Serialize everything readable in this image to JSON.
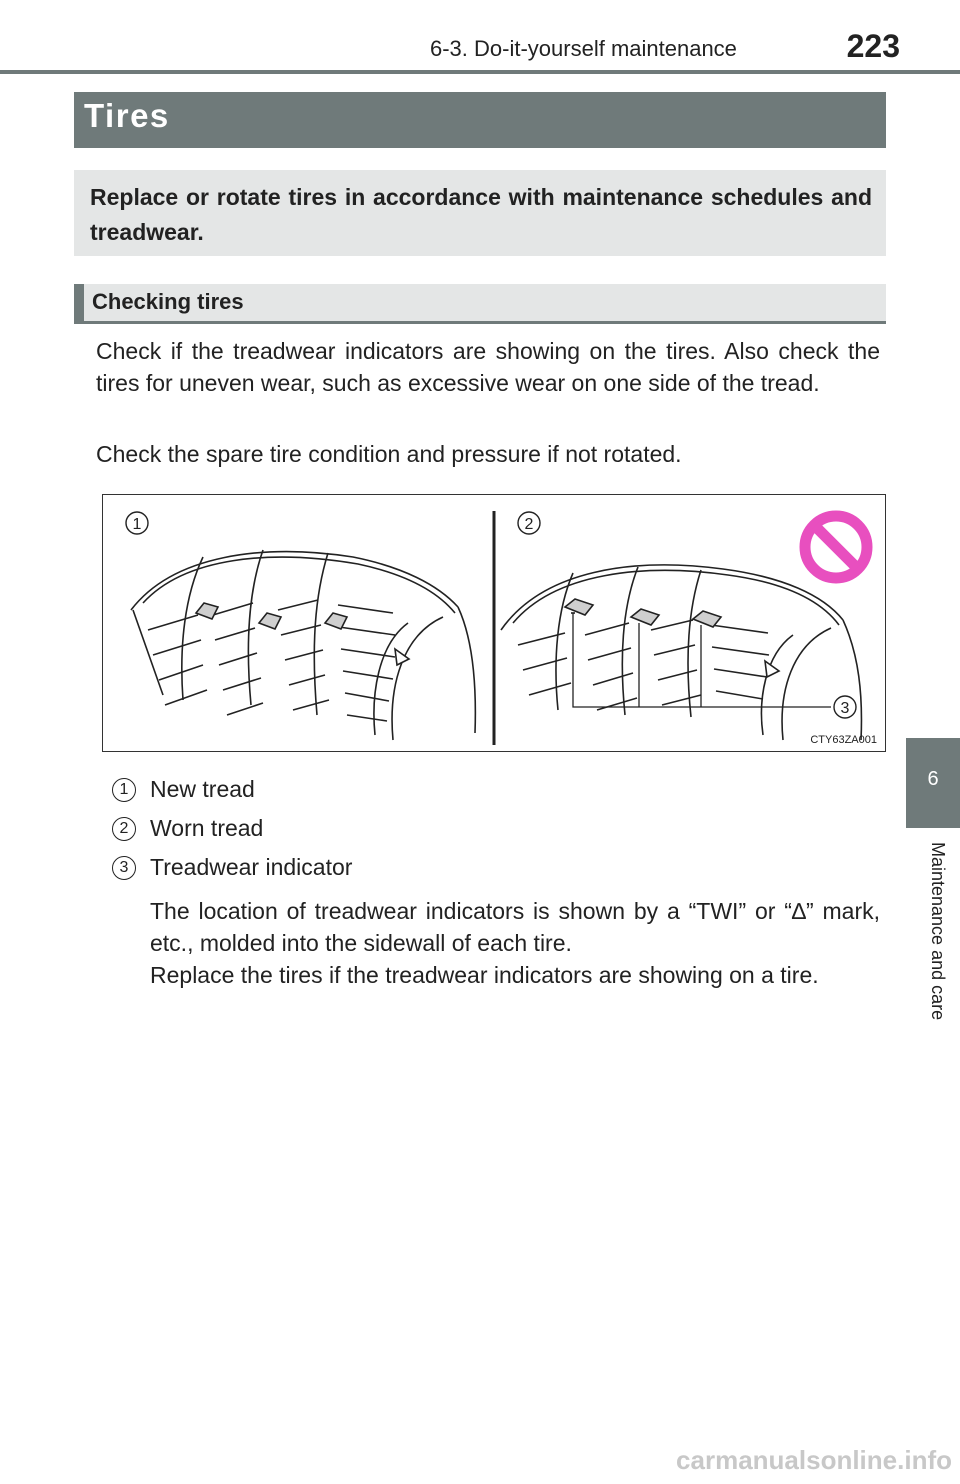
{
  "header": {
    "section": "6-3. Do-it-yourself maintenance",
    "page_number": "223"
  },
  "title": "Tires",
  "intro": "Replace or rotate tires in accordance with maintenance schedules and treadwear.",
  "subheading": "Checking tires",
  "paragraphs": [
    "Check if the treadwear indicators are showing on the tires. Also check the tires for uneven wear, such as excessive wear on one side of the tread.",
    "Check the spare tire condition and pressure if not rotated."
  ],
  "figure": {
    "callout_1": "1",
    "callout_2": "2",
    "callout_3": "3",
    "figure_id": "CTY63ZA001",
    "prohibition_icon": "prohibition-icon",
    "prohibition_color": "#e84fbf"
  },
  "legend": [
    {
      "number": "1",
      "label": "New tread"
    },
    {
      "number": "2",
      "label": "Worn tread"
    },
    {
      "number": "3",
      "label": "Treadwear indicator"
    }
  ],
  "notes": [
    "The location of treadwear indicators is shown by a “TWI” or “∆” mark, etc., molded into the sidewall of each tire.",
    "Replace the tires if the treadwear indicators are showing on a tire."
  ],
  "side_tab": {
    "chapter_number": "6",
    "chapter_title": "Maintenance and care"
  },
  "watermark": "carmanualsonline.info",
  "colors": {
    "accent": "#6f7a7a",
    "box_background": "#e4e6e6"
  }
}
